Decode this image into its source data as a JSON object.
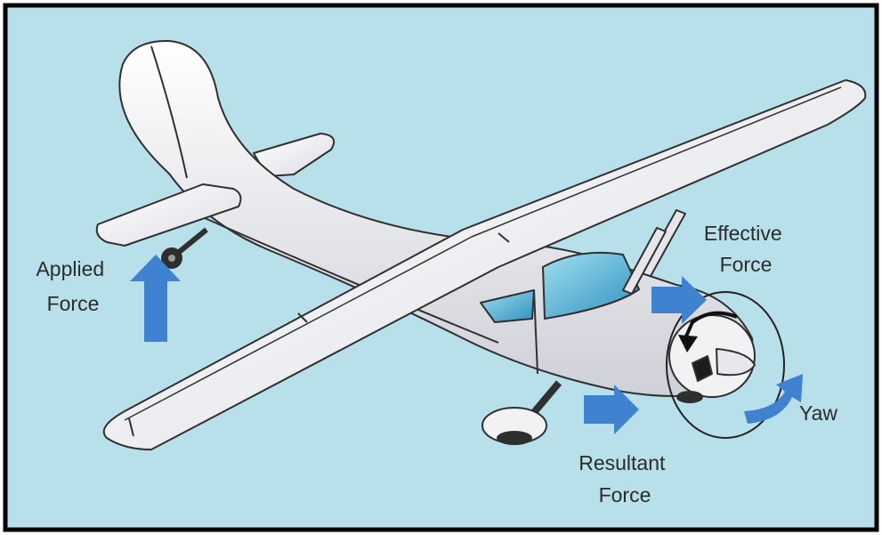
{
  "labels": {
    "applied": [
      "Applied",
      "Force"
    ],
    "effective": [
      "Effective",
      "Force"
    ],
    "resultant": [
      "Resultant",
      "Force"
    ],
    "yaw": "Yaw"
  },
  "colors": {
    "background": "#b8e0ea",
    "border": "#000000",
    "arrow": "#3f82cf",
    "airframe": "#f4f4f6",
    "outline": "#303030",
    "glass": "#57b9d6"
  },
  "icons": [
    "applied-force-arrow",
    "effective-force-arrow",
    "resultant-force-arrow",
    "yaw-arrow",
    "propeller-rotation-arrow"
  ]
}
